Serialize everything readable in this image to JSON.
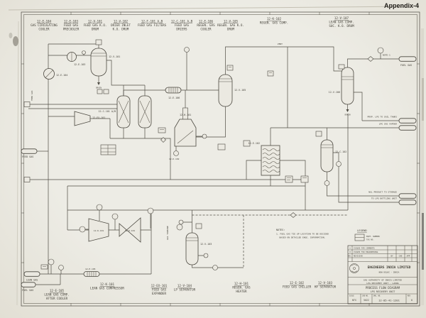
{
  "page": {
    "appendix": "Appendix-4"
  },
  "top_equipment": [
    {
      "tag": "12-E-104",
      "line1": "GAS CIRCULATING",
      "line2": "COOLER"
    },
    {
      "tag": "12-E-103",
      "line1": "FEED GAS",
      "line2": "PRECOOLER"
    },
    {
      "tag": "12-V-101",
      "line1": "FEED GAS K.O.",
      "line2": "DRUM"
    },
    {
      "tag": "12-V-102",
      "line1": "DRIER INLET",
      "line2": "K.O. DRUM"
    },
    {
      "tag": "12-F-101 A,B",
      "line1": "FEED GAS FILTERS",
      "line2": ""
    },
    {
      "tag": "12-C-101 A,B",
      "line1": "FEED GAS",
      "line2": "DRIERS"
    },
    {
      "tag": "12-E-106",
      "line1": "REGEN. GAS",
      "line2": "COOLER"
    },
    {
      "tag": "12-V-105",
      "line1": "REGEN. GAS K.O.",
      "line2": "DRUM"
    },
    {
      "tag": "12-K-102",
      "line1": "REGEN. GAS COMP.",
      "line2": ""
    },
    {
      "tag": "12-V-107",
      "line1": "LEAN GAS COMP.",
      "line2": "SUC. K.O. DRUM"
    }
  ],
  "bottom_equipment": [
    {
      "tag": "12-E-105",
      "line1": "LEAN GAS COMP.",
      "line2": "AFTER COOLER"
    },
    {
      "tag": "12-K-101",
      "line1": "LEAN GAS COMPRESSOR",
      "line2": ""
    },
    {
      "tag": "12-EX-101",
      "line1": "FEED GAS",
      "line2": "EXPANDER"
    },
    {
      "tag": "12-V-104",
      "line1": "LP SEPARATOR",
      "line2": ""
    },
    {
      "tag": "12-H-101",
      "line1": "REGEN. GAS",
      "line2": "HEATER"
    },
    {
      "tag": "12-E-102",
      "line1": "FEED GAS CHILLER",
      "line2": ""
    },
    {
      "tag": "12-V-103",
      "line1": "HP SEPARATOR",
      "line2": ""
    }
  ],
  "diagram": {
    "labels": {
      "e103": "12-E-103",
      "v101": "12-V-101",
      "e104": "12-E-104",
      "ex101": "12-EX-101",
      "c101": "12-C-101 A/B",
      "e106": "12-E-106",
      "v105": "12-V-105",
      "h101": "12-H-101",
      "k102": "12-K-102",
      "e102": "12-E-102",
      "v106": "12-V-106",
      "c102": "12-C-102",
      "v103": "12-V-103",
      "k101a": "12-K-101",
      "k101b": "12-K-101",
      "e105": "12-E-105",
      "feed_gas_line": "FEED GAS",
      "gas_turbine": "GAS TURBINE",
      "vent": "VENT",
      "note_ref": "NOTE-1",
      "drain_1": "DRAIN",
      "drain_2": "DRAIN"
    },
    "streams": {
      "feed_gas_in": "FEED GAS",
      "lean_gas_out": "LEAN GAS",
      "fuel_gas_left": "FUEL GAS",
      "fuel_gas_right": "FUEL GAS",
      "prop_lpg": "PROP. LPG TO GAIL TANKS",
      "lpg_vapour": "LPG GAS VAPOUR",
      "ngl_product": "NGL PRODUCT TO STORAGE",
      "lpg_bottling": "TO LPG BOTTLING UNIT"
    }
  },
  "notes": {
    "title": "NOTES:",
    "line1": "1. FUEL GAS TIE UP LOCATION TO BE DECIDED",
    "line2": "BASED ON DETAILED ENGG. INFORMATION."
  },
  "legend": {
    "title": "LEGEND",
    "symbol_line1": "EQPT. NUMBER",
    "symbol_line2": "TAG NO."
  },
  "title_block": {
    "company": "ENGINEERS INDIA LIMITED",
    "company_sub": "NEW DELHI - INDIA",
    "client_line1": "GAS AUTHORITY OF INDIA LIMITED",
    "client_line2": "LPG RECOVERY UNIT - LAKWA",
    "drawing_title1": "PROCESS FLOW DIAGRAM",
    "drawing_title2": "LPG RECOVERY UNIT",
    "rev_rows": [
      {
        "no": "A",
        "revision": "ISSUED FOR COMMENTS"
      },
      {
        "no": "0",
        "revision": "ISSUED FOR ENGINEERING"
      }
    ],
    "rev_header": {
      "no": "NO.",
      "revision": "REVISION",
      "by": "BY",
      "chd": "CHD",
      "app": "APP"
    },
    "scale_label": "SCALE",
    "scale_value": "NTS",
    "job_label": "JOB NO.",
    "job_value": "5022",
    "drg_label": "DRG. NO.",
    "drg_value": "12-05-41-1201",
    "rev_label": "REV",
    "rev_value": "0"
  }
}
